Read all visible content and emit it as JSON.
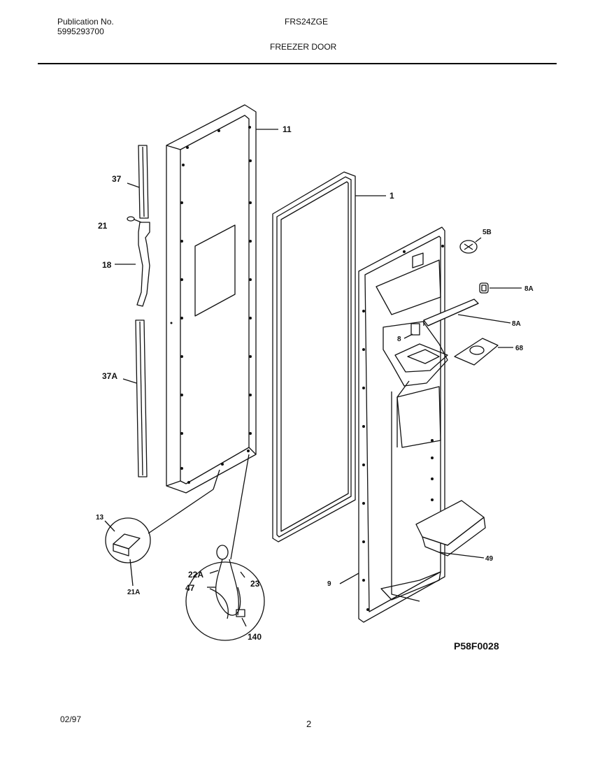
{
  "header": {
    "publication_label": "Publication No.",
    "publication_number": "5995293700",
    "model": "FRS24ZGE",
    "section_title": "FREEZER DOOR"
  },
  "callouts": {
    "c11": "11",
    "c37": "37",
    "c21": "21",
    "c18": "18",
    "c37A": "37A",
    "c1": "1",
    "c5B": "5B",
    "c8A_top": "8A",
    "c8A": "8A",
    "c8": "8",
    "c68": "68",
    "c49": "49",
    "c9": "9",
    "c13": "13",
    "c21A": "21A",
    "c22A": "22A",
    "c23": "23",
    "c47": "47",
    "c140": "140"
  },
  "reference_code": "P58F0028",
  "footer": {
    "date": "02/97",
    "page_number": "2"
  }
}
